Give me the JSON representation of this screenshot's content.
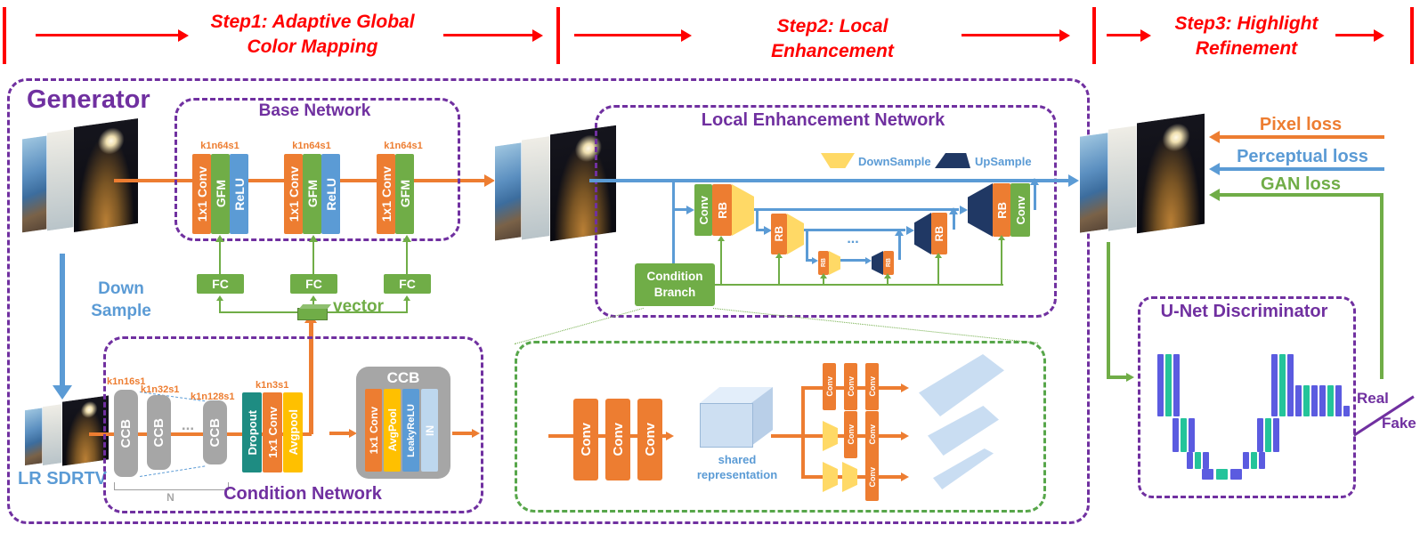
{
  "header": {
    "step1_line1": "Step1: Adaptive Global",
    "step1_line2": "Color Mapping",
    "step2_line1": "Step2: Local",
    "step2_line2": "Enhancement",
    "step3_line1": "Step3: Highlight",
    "step3_line2": "Refinement"
  },
  "generator": {
    "label": "Generator"
  },
  "base_network": {
    "title": "Base Network",
    "k_label": "k1n64s1",
    "conv": "1x1 Conv",
    "gfm": "GFM",
    "relu": "ReLU"
  },
  "fc": {
    "label": "FC",
    "vector_label": "vector"
  },
  "downsample_arrow": {
    "line1": "Down",
    "line2": "Sample"
  },
  "lr_sdrtv_label": "LR SDRTV",
  "condition_network": {
    "title": "Condition Network",
    "ccb": "CCB",
    "dots": "...",
    "k1": "k1n16s1",
    "k2": "k1n32s1",
    "k3": "k1n128s1",
    "k4": "k1n3s1",
    "dropout": "Dropout",
    "conv": "1x1 Conv",
    "avgpool": "Avgpool",
    "n": "N"
  },
  "ccb_detail": {
    "title": "CCB",
    "conv": "1x1 Conv",
    "avgpool": "AvgPool",
    "leakyrelu": "LeakyReLU",
    "in": "IN"
  },
  "len": {
    "title": "Local Enhancement Network",
    "legend_down": "DownSample",
    "legend_up": "UpSample",
    "conv": "Conv",
    "rb": "RB",
    "dots": "...",
    "cb_line1": "Condition",
    "cb_line2": "Branch"
  },
  "cb_detail": {
    "conv": "Conv",
    "shared_line1": "shared",
    "shared_line2": "representation"
  },
  "losses": {
    "pixel": "Pixel loss",
    "perceptual": "Perceptual loss",
    "gan": "GAN loss"
  },
  "discriminator": {
    "title": "U-Net Discriminator",
    "real": "Real",
    "fake": "Fake"
  },
  "colors": {
    "orange": "#ED7D31",
    "green": "#70AD47",
    "blue": "#5B9BD5",
    "purple": "#7030A0",
    "red": "#FF0000",
    "teal": "#1E8C82",
    "amber": "#FFC000",
    "yellow": "#FFD966",
    "gray": "#A6A6A6",
    "navy": "#203864",
    "light_blue": "#C9DDF2",
    "disc_purple": "#5B5BE0",
    "disc_green": "#24C49A"
  }
}
